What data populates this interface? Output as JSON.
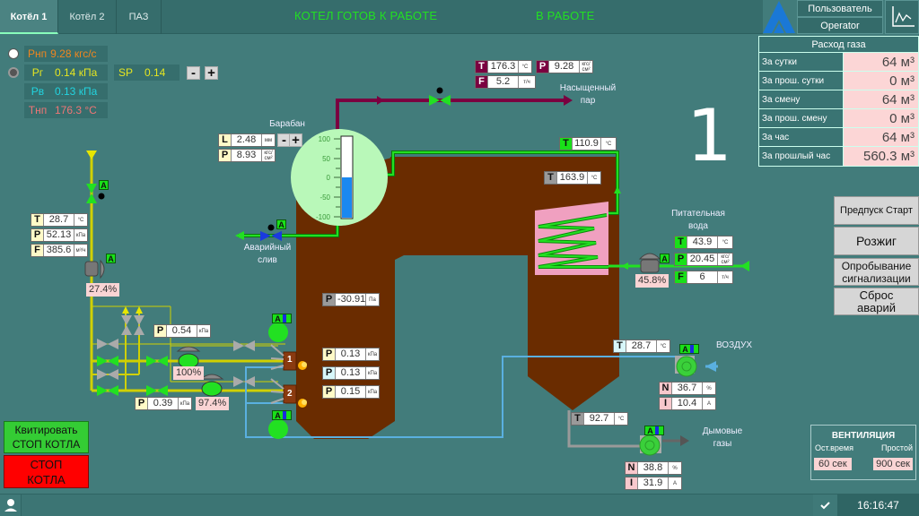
{
  "tabs": [
    {
      "label": "Котёл 1",
      "active": true
    },
    {
      "label": "Котёл 2",
      "active": false
    },
    {
      "label": "ПАЗ",
      "active": false
    }
  ],
  "status": {
    "ready": "КОТЕЛ ГОТОВ К РАБОТЕ",
    "running": "В РАБОТЕ"
  },
  "user": {
    "label": "Пользователь",
    "name": "Operator",
    "logo_icon": "company-logo-icon",
    "trend_icon": "trend-chart-icon"
  },
  "gas_consumption": {
    "title": "Расход газа",
    "rows": [
      {
        "label": "За сутки",
        "value": "64 м³"
      },
      {
        "label": "За прош. сутки",
        "value": "0 м³"
      },
      {
        "label": "За смену",
        "value": "64 м³"
      },
      {
        "label": "За прош. смену",
        "value": "0 м³"
      },
      {
        "label": "За час",
        "value": "64 м³"
      },
      {
        "label": "За прошлый час",
        "value": "560.3 м³"
      }
    ]
  },
  "readouts": {
    "pnp": {
      "key": "Pнп",
      "value": "9.28 кгс/с"
    },
    "pg": {
      "key": "Pг",
      "value": "0.14 кПа"
    },
    "sp": {
      "key": "SP",
      "value": "0.14"
    },
    "pv": {
      "key": "Pв",
      "value": "0.13 кПа"
    },
    "tnp": {
      "key": "Tнп",
      "value": "176.3 °С"
    },
    "minus": "-",
    "plus": "+"
  },
  "big_number": "1",
  "steam": {
    "label_line1": "Насыщенный",
    "label_line2": "пар",
    "T": {
      "key": "T",
      "value": "176.3",
      "unit": "°C"
    },
    "P": {
      "key": "P",
      "value": "9.28",
      "unit": "кгс/см²"
    },
    "F": {
      "key": "F",
      "value": "5.2",
      "unit": "т/ч"
    }
  },
  "drum": {
    "title": "Барабан",
    "L": {
      "key": "L",
      "value": "2.48",
      "unit": "мм"
    },
    "P": {
      "key": "P",
      "value": "8.93",
      "unit": "кгс/см²"
    },
    "scale": [
      "100",
      "50",
      "0",
      "-50",
      "-100"
    ],
    "level_percent": 50,
    "minus": "-",
    "plus": "+"
  },
  "emergency_drain": {
    "line1": "Аварийный",
    "line2": "слив",
    "mode": "A"
  },
  "economizer": {
    "T_out": {
      "key": "T",
      "value": "110.9",
      "unit": "°C"
    },
    "T_gas": {
      "key": "T",
      "value": "163.9",
      "unit": "°C"
    }
  },
  "feedwater": {
    "label_line1": "Питательная",
    "label_line2": "вода",
    "T": {
      "key": "T",
      "value": "43.9",
      "unit": "°C"
    },
    "P": {
      "key": "P",
      "value": "20.45",
      "unit": "кгс/см²"
    },
    "F": {
      "key": "F",
      "value": "6",
      "unit": "т/ч"
    },
    "valve_position": "45.8%",
    "mode": "A"
  },
  "gas_inlet": {
    "T": {
      "key": "T",
      "value": "28.7",
      "unit": "°C"
    },
    "P": {
      "key": "P",
      "value": "52.13",
      "unit": "кПа"
    },
    "F": {
      "key": "F",
      "value": "385.6",
      "unit": "м³/ч"
    },
    "valve_position": "27.4%",
    "mode": "A"
  },
  "burners": {
    "P_before_1": {
      "key": "P",
      "value": "0.54",
      "unit": "кПа"
    },
    "P_before_2": {
      "key": "P",
      "value": "0.39",
      "unit": "кПа"
    },
    "valve1_position": "100%",
    "valve2_position": "97.4%",
    "burner1": "1",
    "burner2": "2",
    "mode": "A"
  },
  "furnace": {
    "P_vacuum": {
      "key": "P",
      "value": "-30.91",
      "unit": "Па"
    },
    "P_gas": {
      "key": "P",
      "value": "0.13",
      "unit": "кПа"
    },
    "P_air": {
      "key": "P",
      "value": "0.13",
      "unit": "кПа"
    },
    "P_3": {
      "key": "P",
      "value": "0.15",
      "unit": "кПа"
    }
  },
  "air": {
    "label": "ВОЗДУХ",
    "T": {
      "key": "T",
      "value": "28.7",
      "unit": "°C"
    },
    "N": {
      "key": "N",
      "value": "36.7",
      "unit": "%"
    },
    "I": {
      "key": "I",
      "value": "10.4",
      "unit": "A"
    },
    "mode": "A"
  },
  "flue": {
    "label_line1": "Дымовые",
    "label_line2": "газы",
    "T": {
      "key": "T",
      "value": "92.7",
      "unit": "°C"
    },
    "N": {
      "key": "N",
      "value": "38.8",
      "unit": "%"
    },
    "I": {
      "key": "I",
      "value": "31.9",
      "unit": "A"
    },
    "mode": "A"
  },
  "control_buttons": {
    "prestart": "Предпуск Старт",
    "ignite": "Розжиг",
    "test_line1": "Опробывание",
    "test_line2": "сигнализации",
    "reset_line1": "Сброс",
    "reset_line2": "аварий"
  },
  "stop": {
    "ack_line1": "Квитировать",
    "ack_line2": "СТОП КОТЛА",
    "stop_line1": "СТОП",
    "stop_line2": "КОТЛА"
  },
  "ventilation": {
    "title": "ВЕНТИЛЯЦИЯ",
    "remaining_label": "Ост.время",
    "idle_label": "Простой",
    "remaining_value": "60 сек",
    "idle_value": "900 сек"
  },
  "footer": {
    "time": "16:16:47",
    "user_icon": "user-icon",
    "ack_icon": "checkmark-icon"
  }
}
